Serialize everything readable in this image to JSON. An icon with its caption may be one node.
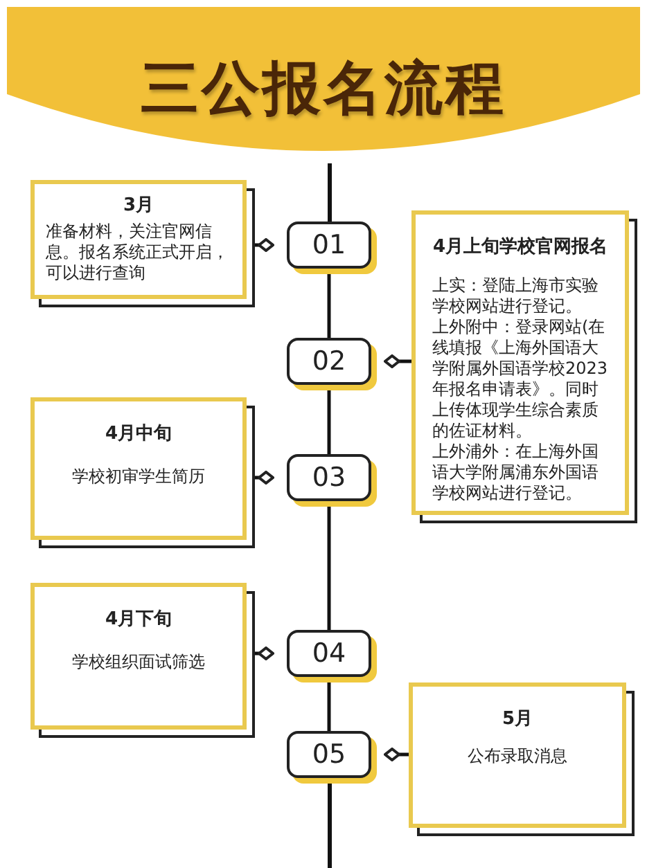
{
  "diagram": {
    "title": "三公报名流程",
    "nodes": [
      {
        "text": [
          "3月",
          "准备材料，关注官网信息。报名系统正式开启，可以进行查询"
        ]
      },
      {
        "text": [
          "01"
        ]
      },
      {
        "text": [
          "4月上旬学校官网报名",
          "上实：登陆上海市实验学校网站进行登记。",
          "上外附中：登录网站(在线填报《上海外国语大学附属外国语学校2023年报名申请表》。同时上传体现学生综合素质的佐证材料。",
          "上外浦外：在上海外国语大学附属浦东外国语学校网站进行登记。"
        ]
      },
      {
        "text": [
          "02"
        ]
      },
      {
        "text": [
          "4月中旬",
          "学校初审学生简历"
        ]
      },
      {
        "text": [
          "03"
        ]
      },
      {
        "text": [
          "4月下旬",
          "学校组织面试筛选"
        ]
      },
      {
        "text": [
          "04"
        ]
      },
      {
        "text": [
          "05"
        ]
      },
      {
        "text": [
          "5月",
          "公布录取消息"
        ]
      }
    ],
    "edges": [
      {
        "from": 0,
        "to": 1,
        "arrow": "other"
      },
      {
        "from": 2,
        "to": 3,
        "arrow": "other"
      },
      {
        "from": 4,
        "to": 5,
        "arrow": "other"
      },
      {
        "from": 6,
        "to": 7,
        "arrow": "other"
      },
      {
        "from": 9,
        "to": 8,
        "arrow": "other"
      },
      {
        "from": 1,
        "to": 3,
        "arrow": "none"
      },
      {
        "from": 3,
        "to": 5,
        "arrow": "none"
      },
      {
        "from": 5,
        "to": 7,
        "arrow": "none"
      },
      {
        "from": 7,
        "to": 8,
        "arrow": "none"
      }
    ]
  }
}
